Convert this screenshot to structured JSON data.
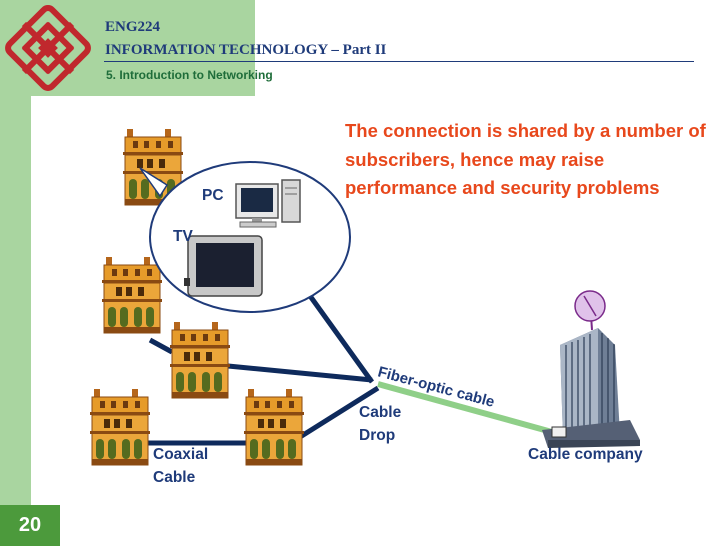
{
  "header": {
    "course_code": "ENG224",
    "course_title": "INFORMATION TECHNOLOGY – Part II",
    "section_title": "5. Introduction to Networking"
  },
  "page_number": "20",
  "note": "The connection is shared by a number of subscribers, hence may raise performance and security problems",
  "labels": {
    "pc": "PC",
    "tv": "TV",
    "fiber": "Fiber-optic cable",
    "cable_drop": "Cable\nDrop",
    "coaxial": "Coaxial\nCable",
    "cable_company": "Cable company"
  },
  "colors": {
    "header_green": "#a9d5a0",
    "page_number_green": "#4c9a3c",
    "navy": "#1f3b7a",
    "note_red": "#e8481c",
    "coax_line": "#0e2a5c",
    "fiber_line": "#8fcf88",
    "house_orange": "#e69b2a"
  },
  "icons": [
    "university-logo-icon",
    "house-icon",
    "pc-icon",
    "tv-icon",
    "cable-company-building-icon",
    "satellite-dish-icon"
  ]
}
